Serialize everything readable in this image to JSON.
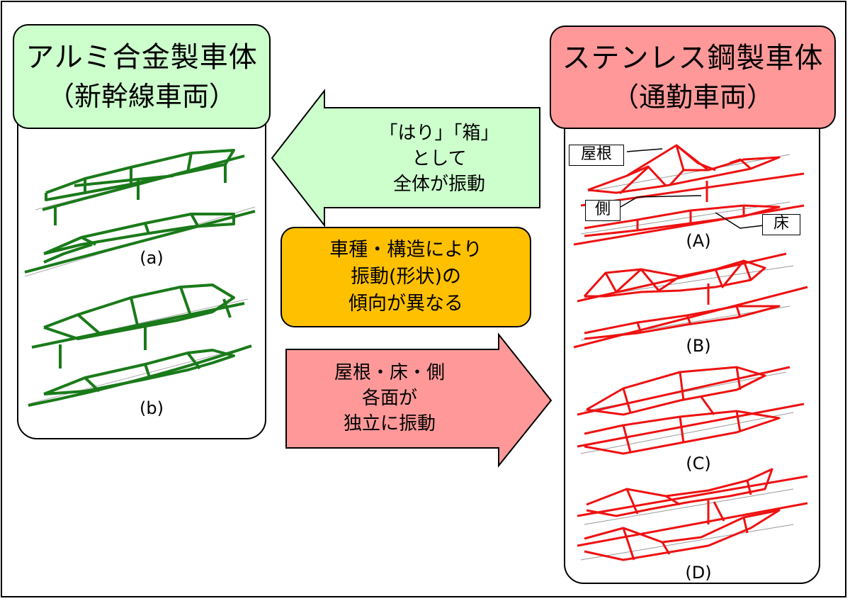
{
  "left": {
    "title": "アルミ合金製車体",
    "subtitle": "（新幹線車両）",
    "captions": [
      "(a)",
      "(b)"
    ],
    "color": "#1a7a1a",
    "title_bg": "#ccffcc"
  },
  "right": {
    "title": "ステンレス鋼製車体",
    "subtitle": "（通勤車両）",
    "captions": [
      "(A)",
      "(B)",
      "(C)",
      "(D)"
    ],
    "labels": {
      "roof": "屋根",
      "side": "側",
      "floor": "床"
    },
    "color": "#ee1111",
    "title_bg": "#ff9999"
  },
  "arrow_left": {
    "lines": [
      "「はり」「箱」",
      "として",
      "全体が振動"
    ],
    "color": "#ccffcc"
  },
  "middle": {
    "lines": [
      "車種・構造により",
      "振動(形状)の",
      "傾向が異なる"
    ],
    "color": "#ffc000"
  },
  "arrow_right": {
    "lines": [
      "屋根・床・側",
      "各面が",
      "独立に振動"
    ],
    "color": "#ff9999"
  }
}
